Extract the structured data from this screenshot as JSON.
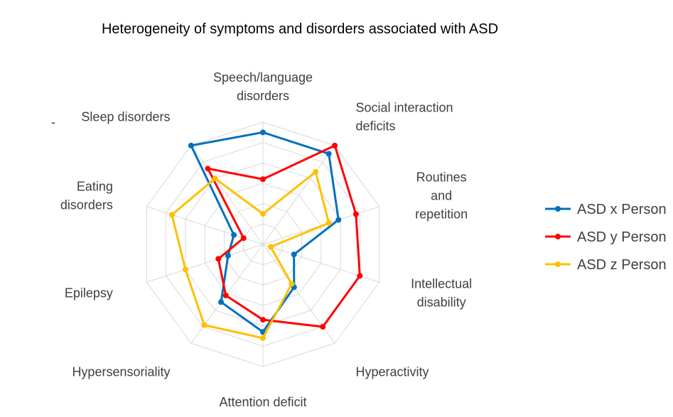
{
  "chart_data": {
    "type": "radar",
    "title": "Heterogeneity of symptoms and disorders associated with ASD",
    "categories": [
      "Speech/language disorders",
      "Social interaction deficits",
      "Routines and repetition",
      "Intellectual disability",
      "Hyperactivity",
      "Attention deficit",
      "Hypersensoriality",
      "Epilepsy",
      "Eating disorders",
      "Sleep disorders"
    ],
    "category_lines": [
      [
        "Speech/language",
        "disorders"
      ],
      [
        "Social interaction",
        "deficits"
      ],
      [
        "Routines",
        "and",
        "repetition"
      ],
      [
        "Intellectual",
        "disability"
      ],
      [
        "Hyperactivity"
      ],
      [
        "Attention deficit"
      ],
      [
        "Hypersensoriality"
      ],
      [
        "Epilepsy"
      ],
      [
        "Eating",
        "disorders"
      ],
      [
        "Sleep disorders"
      ]
    ],
    "stray_mark": "-",
    "rmax": 6,
    "grid_levels": 6,
    "grid": true,
    "legend_position": "right",
    "series": [
      {
        "name": "ASD x Person",
        "color": "#0070C0",
        "values": [
          5.5,
          5.5,
          3.9,
          1.6,
          2.6,
          4.3,
          3.5,
          1.8,
          1.5,
          6.0
        ]
      },
      {
        "name": "ASD y Person",
        "color": "#FF0000",
        "values": [
          3.2,
          6.0,
          4.8,
          5.0,
          5.0,
          3.7,
          3.1,
          2.3,
          1.0,
          4.6
        ]
      },
      {
        "name": "ASD z Person",
        "color": "#FFC000",
        "values": [
          1.5,
          4.4,
          3.4,
          0.4,
          2.4,
          4.6,
          4.9,
          4.0,
          4.7,
          4.0
        ]
      }
    ]
  }
}
